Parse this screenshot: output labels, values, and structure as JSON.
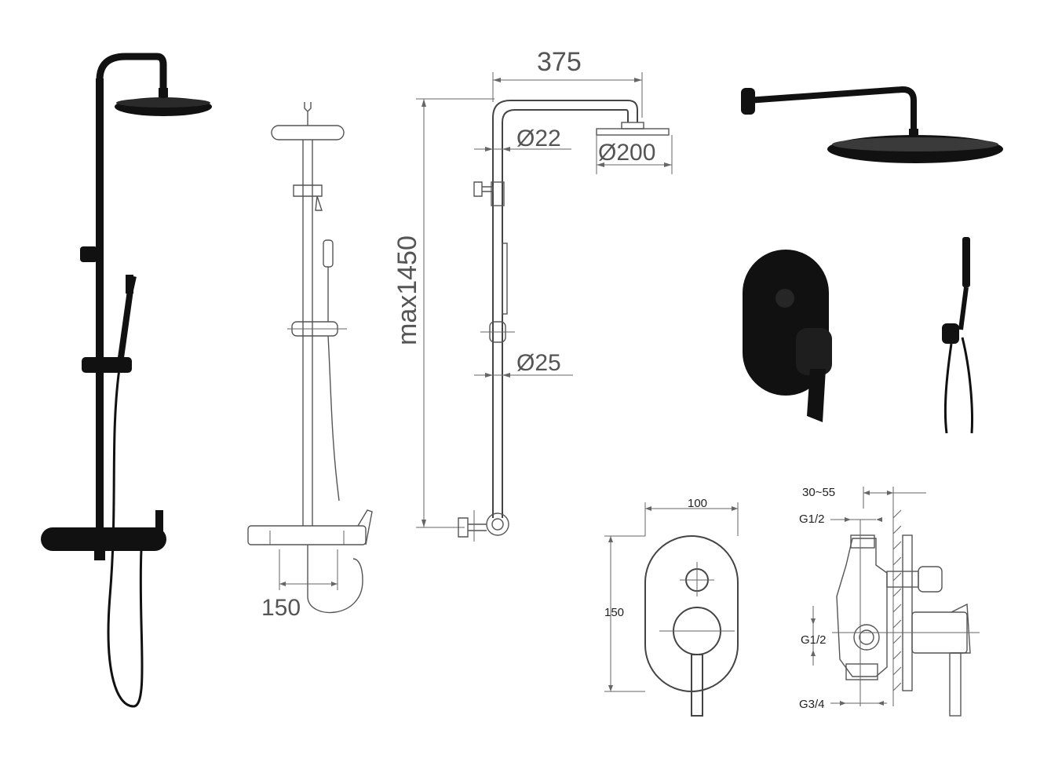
{
  "image": {
    "background": "#ffffff",
    "product_color": "#111111",
    "drawing_color": "#555555"
  },
  "dimensions": {
    "shower_arm_reach": "375",
    "upper_pipe_diameter": "Ø22",
    "head_diameter": "Ø200",
    "max_height": "max1450",
    "lower_pipe_diameter": "Ø25",
    "inlet_centers": "150"
  },
  "valve_dimensions": {
    "plate_width": "100",
    "plate_height": "150",
    "wall_depth": "30~55",
    "thread_top": "G1/2",
    "thread_middle": "G1/2",
    "thread_bottom": "G3/4"
  }
}
